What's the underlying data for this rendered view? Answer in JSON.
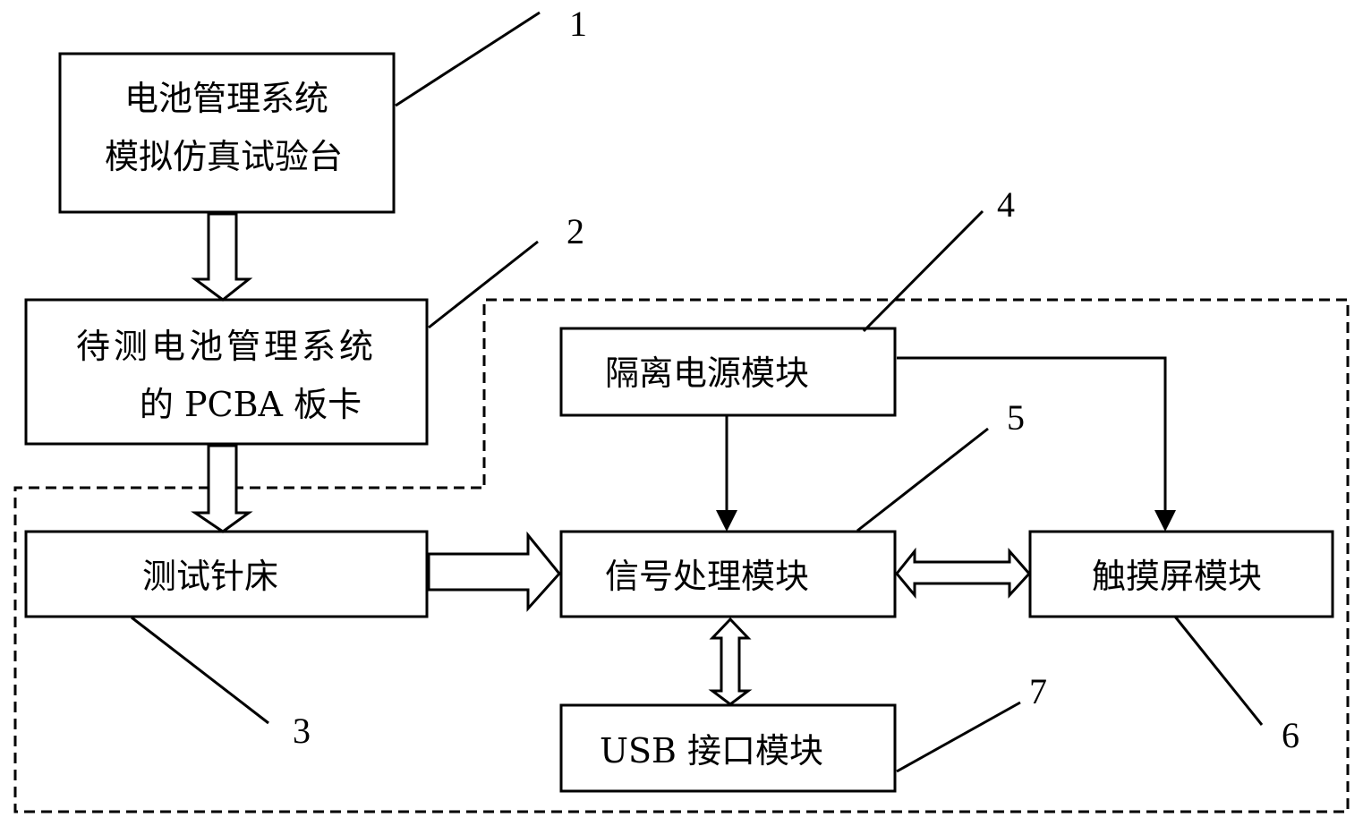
{
  "diagram": {
    "boxes": {
      "bms_simulator": {
        "lines": [
          "电池管理系统",
          "模拟仿真试验台"
        ]
      },
      "pcba_board": {
        "lines": [
          "待测电池管理系统",
          "的 PCBA 板卡"
        ]
      },
      "test_fixture": {
        "lines": [
          "测试针床"
        ]
      },
      "isolated_power": {
        "lines": [
          "隔离电源模块"
        ]
      },
      "signal_processing": {
        "lines": [
          "信号处理模块"
        ]
      },
      "touchscreen": {
        "lines": [
          "触摸屏模块"
        ]
      },
      "usb_interface": {
        "lines": [
          "USB 接口模块"
        ]
      }
    },
    "callouts": {
      "c1": "1",
      "c2": "2",
      "c3": "3",
      "c4": "4",
      "c5": "5",
      "c6": "6",
      "c7": "7"
    },
    "connections": [
      {
        "from": "bms_simulator",
        "to": "pcba_board",
        "style": "hollow-arrow"
      },
      {
        "from": "pcba_board",
        "to": "test_fixture",
        "style": "hollow-arrow"
      },
      {
        "from": "test_fixture",
        "to": "signal_processing",
        "style": "hollow-arrow"
      },
      {
        "from": "signal_processing",
        "to": "touchscreen",
        "style": "hollow-double-arrow"
      },
      {
        "from": "signal_processing",
        "to": "usb_interface",
        "style": "hollow-double-arrow"
      },
      {
        "from": "isolated_power",
        "to": "signal_processing",
        "style": "solid-arrow"
      },
      {
        "from": "isolated_power",
        "to": "touchscreen",
        "style": "solid-arrow"
      }
    ]
  }
}
